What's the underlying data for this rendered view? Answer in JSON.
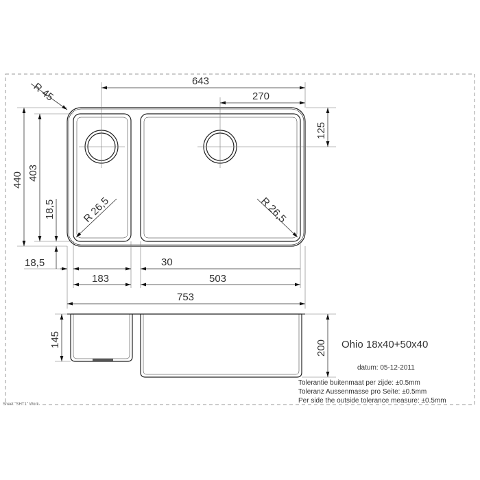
{
  "drawing": {
    "product_title": "Ohio 18x40+50x40",
    "date": "datum: 05-12-2011",
    "tolerances": [
      "Tolerantie buitenmaat per zijde: ±0.5mm",
      "Toleranz Aussenmasse pro Seite: ±0.5mm",
      "Per side the outside tolerance measure: ±0.5mm"
    ],
    "sheet_label": "Sheet \"SHT1\" Work",
    "dimensions": {
      "total_drain_offset": "643",
      "right_drain_offset": "270",
      "drain_from_top": "125",
      "outer_depth": "440",
      "inner_depth": "403",
      "bottom_margin_vertical": "18,5",
      "left_margin": "18,5",
      "small_bowl_width": "183",
      "divider": "30",
      "large_bowl_width": "503",
      "total_width": "753",
      "small_bowl_height": "145",
      "large_bowl_height": "200",
      "outer_radius": "R 45",
      "small_inner_radius": "R 26,5",
      "large_inner_radius": "R 26,5"
    }
  }
}
